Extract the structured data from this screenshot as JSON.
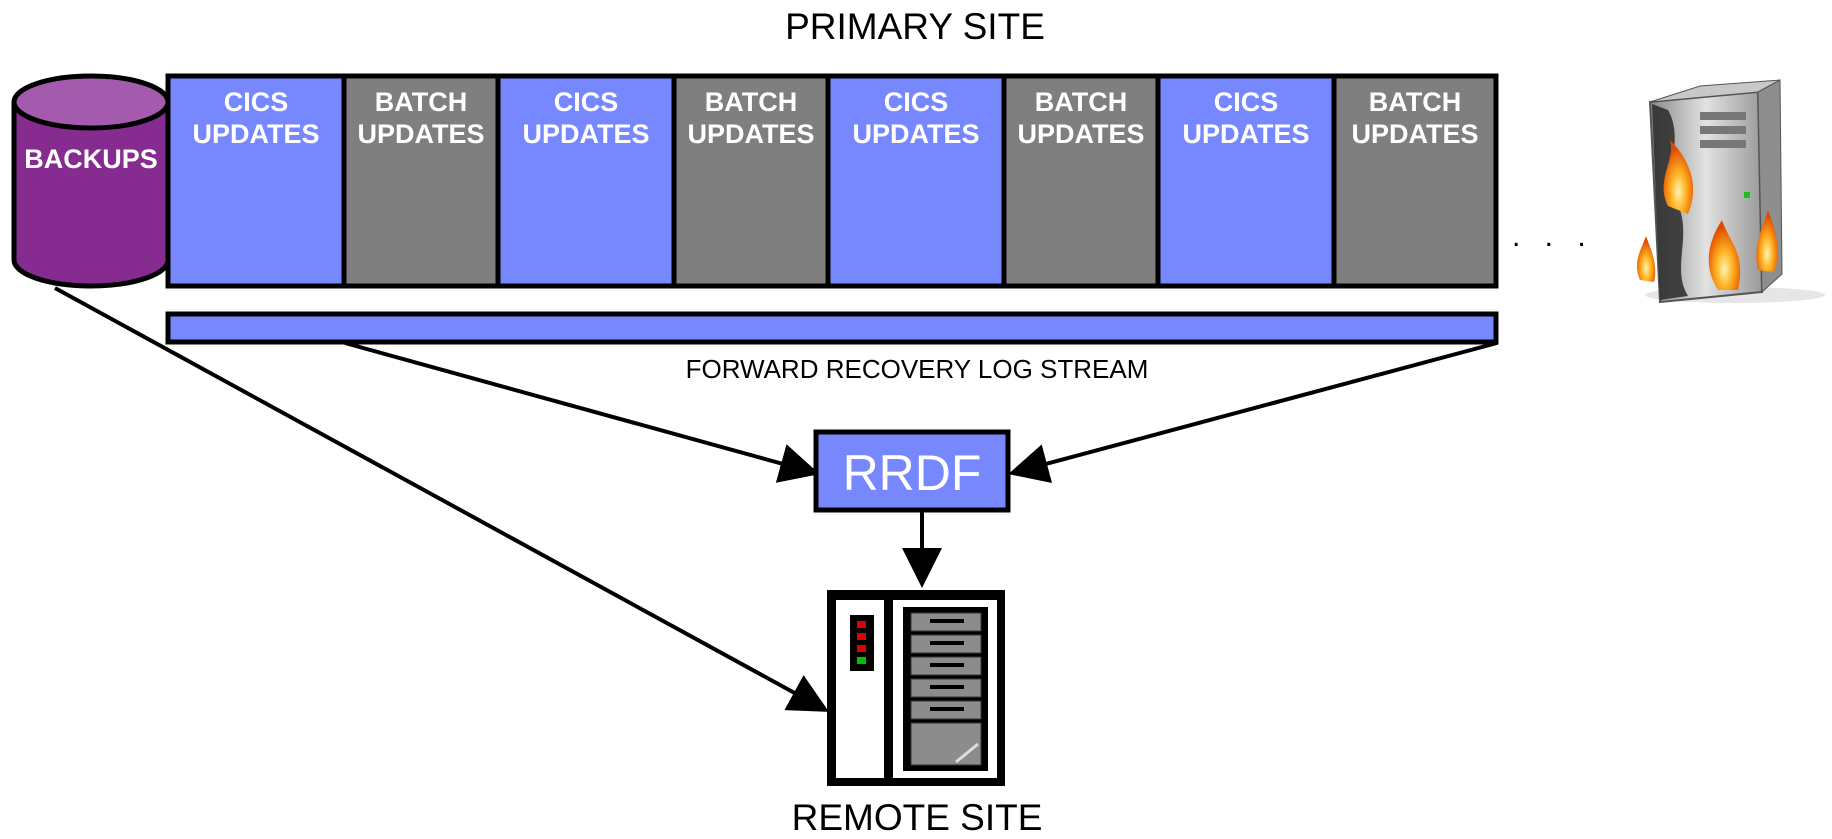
{
  "titles": {
    "primary": "PRIMARY SITE",
    "remote": "REMOTE SITE"
  },
  "backups": {
    "label": "BACKUPS",
    "color": "#862B8F"
  },
  "segments": [
    {
      "line1": "CICS",
      "line2": "UPDATES",
      "kind": "cics"
    },
    {
      "line1": "BATCH",
      "line2": "UPDATES",
      "kind": "batch"
    },
    {
      "line1": "CICS",
      "line2": "UPDATES",
      "kind": "cics"
    },
    {
      "line1": "BATCH",
      "line2": "UPDATES",
      "kind": "batch"
    },
    {
      "line1": "CICS",
      "line2": "UPDATES",
      "kind": "cics"
    },
    {
      "line1": "BATCH",
      "line2": "UPDATES",
      "kind": "batch"
    },
    {
      "line1": "CICS",
      "line2": "UPDATES",
      "kind": "cics"
    },
    {
      "line1": "BATCH",
      "line2": "UPDATES",
      "kind": "batch"
    }
  ],
  "continuation": ". . .",
  "log_stream": {
    "label": "FORWARD RECOVERY LOG STREAM"
  },
  "rrdf": {
    "label": "RRDF"
  },
  "colors": {
    "cics": "#7788FF",
    "batch": "#7F7F7F",
    "stream": "#7788FF",
    "rrdf": "#7788FF",
    "outline": "#000000"
  },
  "icons": {
    "failed_server": "burning-server-icon",
    "remote_server": "server-rack-icon"
  }
}
